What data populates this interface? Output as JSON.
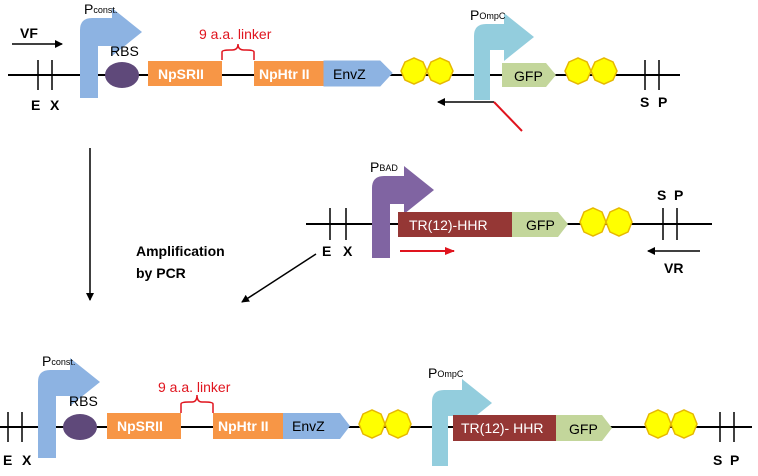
{
  "row1": {
    "primer_vf": "VF",
    "promoter_main": "P",
    "promoter_sub": "const.",
    "rbs": "RBS",
    "linker": "9 a.a. linker",
    "part1": "NpSRII",
    "part2": "NpHtr II",
    "part3": "EnvZ",
    "promoter2_main": "P",
    "promoter2_sub": "OmpC",
    "gfp": "GFP",
    "site_e": "E",
    "site_x": "X",
    "site_s": "S",
    "site_p": "P"
  },
  "row2": {
    "promoter_main": "P",
    "promoter_sub": "BAD",
    "part1": "TR(12)-HHR",
    "gfp": "GFP",
    "site_e": "E",
    "site_x": "X",
    "site_s": "S",
    "site_p": "P",
    "primer_vr": "VR"
  },
  "amplification": {
    "line1": "Amplification",
    "line2": "by  PCR"
  },
  "row3": {
    "promoter_main": "P",
    "promoter_sub": "const.",
    "rbs": "RBS",
    "linker": "9 a.a. linker",
    "part1": "NpSRII",
    "part2": "NpHtr II",
    "part3": "EnvZ",
    "promoter2_main": "P",
    "promoter2_sub": "OmpC",
    "part4": "TR(12)- HHR",
    "gfp": "GFP",
    "site_e": "E",
    "site_x": "X",
    "site_s": "S",
    "site_p": "P"
  },
  "colors": {
    "orange": "#f79646",
    "blue": "#8db3e2",
    "purple": "#8064a2",
    "rbs": "#5f497a",
    "yellow": "#ffff00",
    "yellow_stroke": "#e6b800",
    "green": "#c3d69b",
    "darkred": "#953735",
    "red": "#e0141e",
    "lightblue": "#93cddd"
  }
}
